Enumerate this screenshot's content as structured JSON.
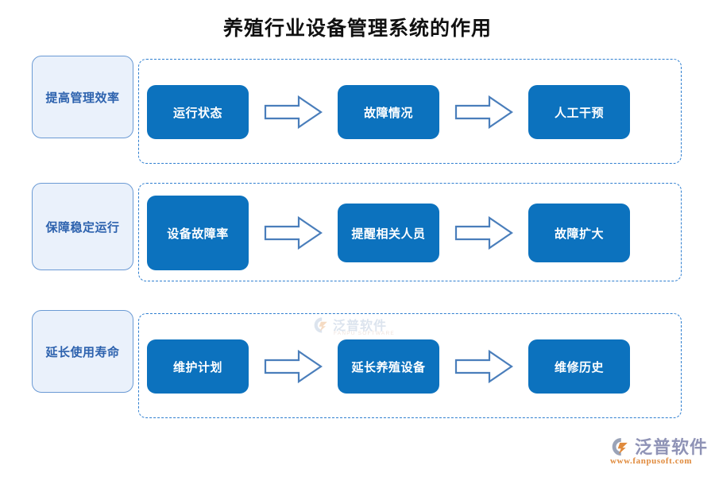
{
  "title": "养殖行业设备管理系统的作用",
  "colors": {
    "node_fill": "#0C72BE",
    "node_text": "#FFFFFF",
    "category_fill": "#EAF1FB",
    "category_border": "#6B9AD4",
    "category_text": "#2D62AE",
    "dashed_border": "#2F7FD0",
    "arrow_stroke": "#4A7EBB",
    "arrow_fill": "#FFFFFF",
    "title_text": "#111111",
    "logo_text": "#8F93B6",
    "logo_url": "#E08A3C"
  },
  "rows": [
    {
      "category": "提高管理效率",
      "nodes": [
        "运行状态",
        "故障情况",
        "人工干预"
      ],
      "arrows": [
        "arrow-right-icon",
        "arrow-right-icon"
      ]
    },
    {
      "category": "保障稳定运行",
      "nodes": [
        "设备故障率",
        "提醒相关人员",
        "故障扩大"
      ],
      "arrows": [
        "arrow-right-icon",
        "arrow-right-icon"
      ]
    },
    {
      "category": "延长使用寿命",
      "nodes": [
        "维护计划",
        "延长养殖设备",
        "维修历史"
      ],
      "arrows": [
        "arrow-right-icon",
        "arrow-right-icon"
      ]
    }
  ],
  "watermark": {
    "brand": "泛普软件",
    "sub": "FANPU SOFTWARE",
    "mark": "fanpu-logo-icon"
  },
  "logo": {
    "brand": "泛普软件",
    "url": "www.fanpusoft.com",
    "mark": "fanpu-logo-icon"
  }
}
